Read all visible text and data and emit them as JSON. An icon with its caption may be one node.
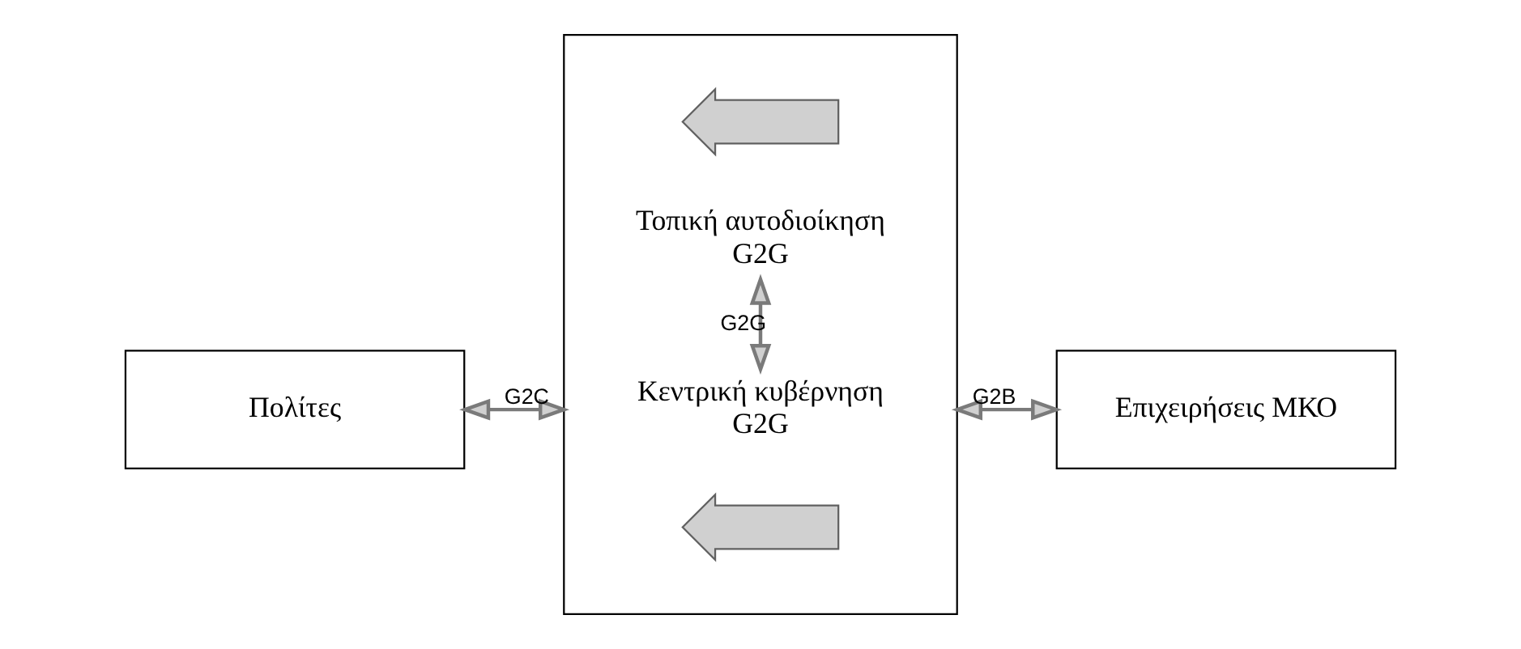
{
  "diagram": {
    "nodes": [
      {
        "text": [
          "Πολίτες"
        ]
      },
      {
        "text": [],
        "shape": "box"
      },
      {
        "text": [],
        "shape": "arrow",
        "in": 1
      },
      {
        "text": [
          "Κεντρική κυβέρνηση",
          "G2G"
        ],
        "in": 1
      },
      {
        "text": [
          "Τοπική αυτοδιοίκηση",
          "G2G"
        ],
        "in": 1
      },
      {
        "text": [],
        "shape": "arrow",
        "in": 1
      },
      {
        "text": [
          "Επιχειρήσεις ΜΚΟ"
        ]
      }
    ],
    "edges": [
      {
        "from": 0,
        "to": 1,
        "arrow": "both",
        "label": "G2C"
      },
      {
        "from": 1,
        "to": 6,
        "arrow": "both",
        "label": "G2B"
      },
      {
        "from": 3,
        "to": 4,
        "arrow": "both",
        "label": "G2G"
      }
    ]
  }
}
